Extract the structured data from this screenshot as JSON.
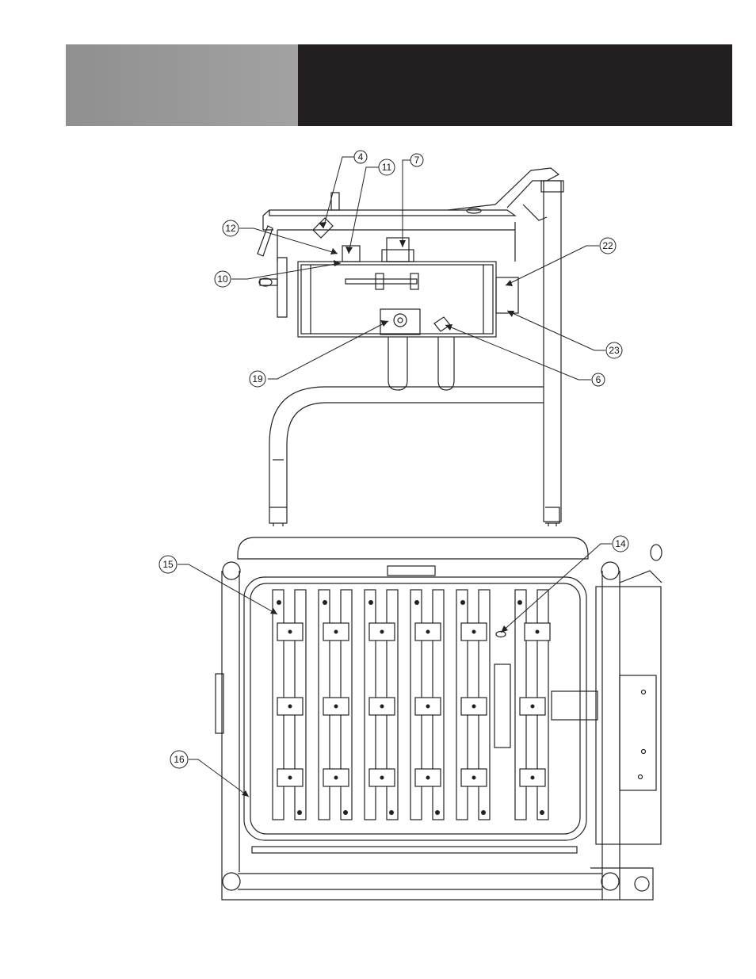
{
  "callouts": {
    "c4": "4",
    "c7": "7",
    "c6": "6",
    "c10": "10",
    "c11": "11",
    "c12": "12",
    "c14": "14",
    "c15": "15",
    "c16": "16",
    "c19": "19",
    "c22": "22",
    "c23": "23"
  }
}
